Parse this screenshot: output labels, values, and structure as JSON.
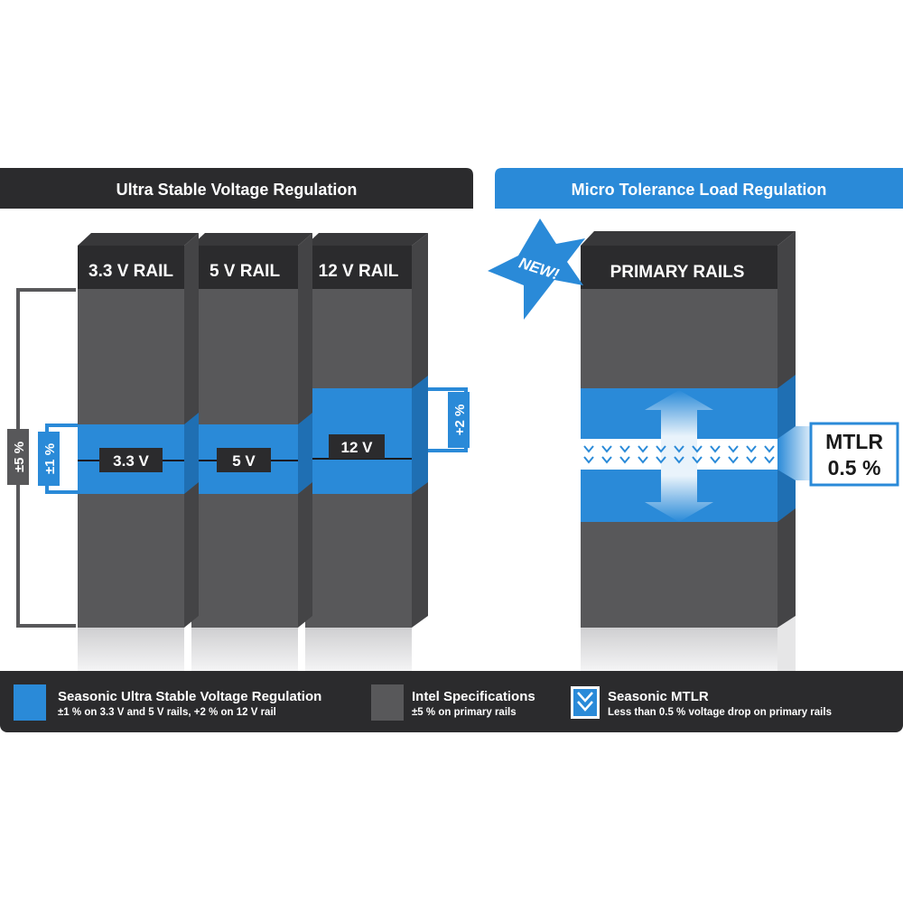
{
  "left_panel": {
    "header": "Ultra Stable Voltage Regulation",
    "columns": [
      {
        "rail_label": "3.3 V RAIL",
        "voltage_label": "3.3 V"
      },
      {
        "rail_label": "5 V RAIL",
        "voltage_label": "5 V"
      },
      {
        "rail_label": "12 V RAIL",
        "voltage_label": "12 V"
      }
    ],
    "tolerance_outer": "±5 %",
    "tolerance_inner": "±1 %",
    "tolerance_12v": "+2 %"
  },
  "right_panel": {
    "header": "Micro Tolerance Load Regulation",
    "badge": "NEW!",
    "column_label": "PRIMARY RAILS",
    "mtlr_title": "MTLR",
    "mtlr_value": "0.5 %"
  },
  "legend": [
    {
      "title": "Seasonic Ultra Stable Voltage Regulation",
      "subtitle": "±1 % on 3.3 V and 5 V rails, +2 % on 12 V rail"
    },
    {
      "title": "Intel Specifications",
      "subtitle": "±5 % on primary rails"
    },
    {
      "title": "Seasonic MTLR",
      "subtitle": "Less than 0.5 % voltage drop on primary rails"
    }
  ],
  "colors": {
    "blue": "#2a8ad8",
    "dark_header": "#2b2b2d",
    "column_front": "#58585a",
    "column_side": "#444446",
    "legend_bg": "#2b2b2d"
  }
}
